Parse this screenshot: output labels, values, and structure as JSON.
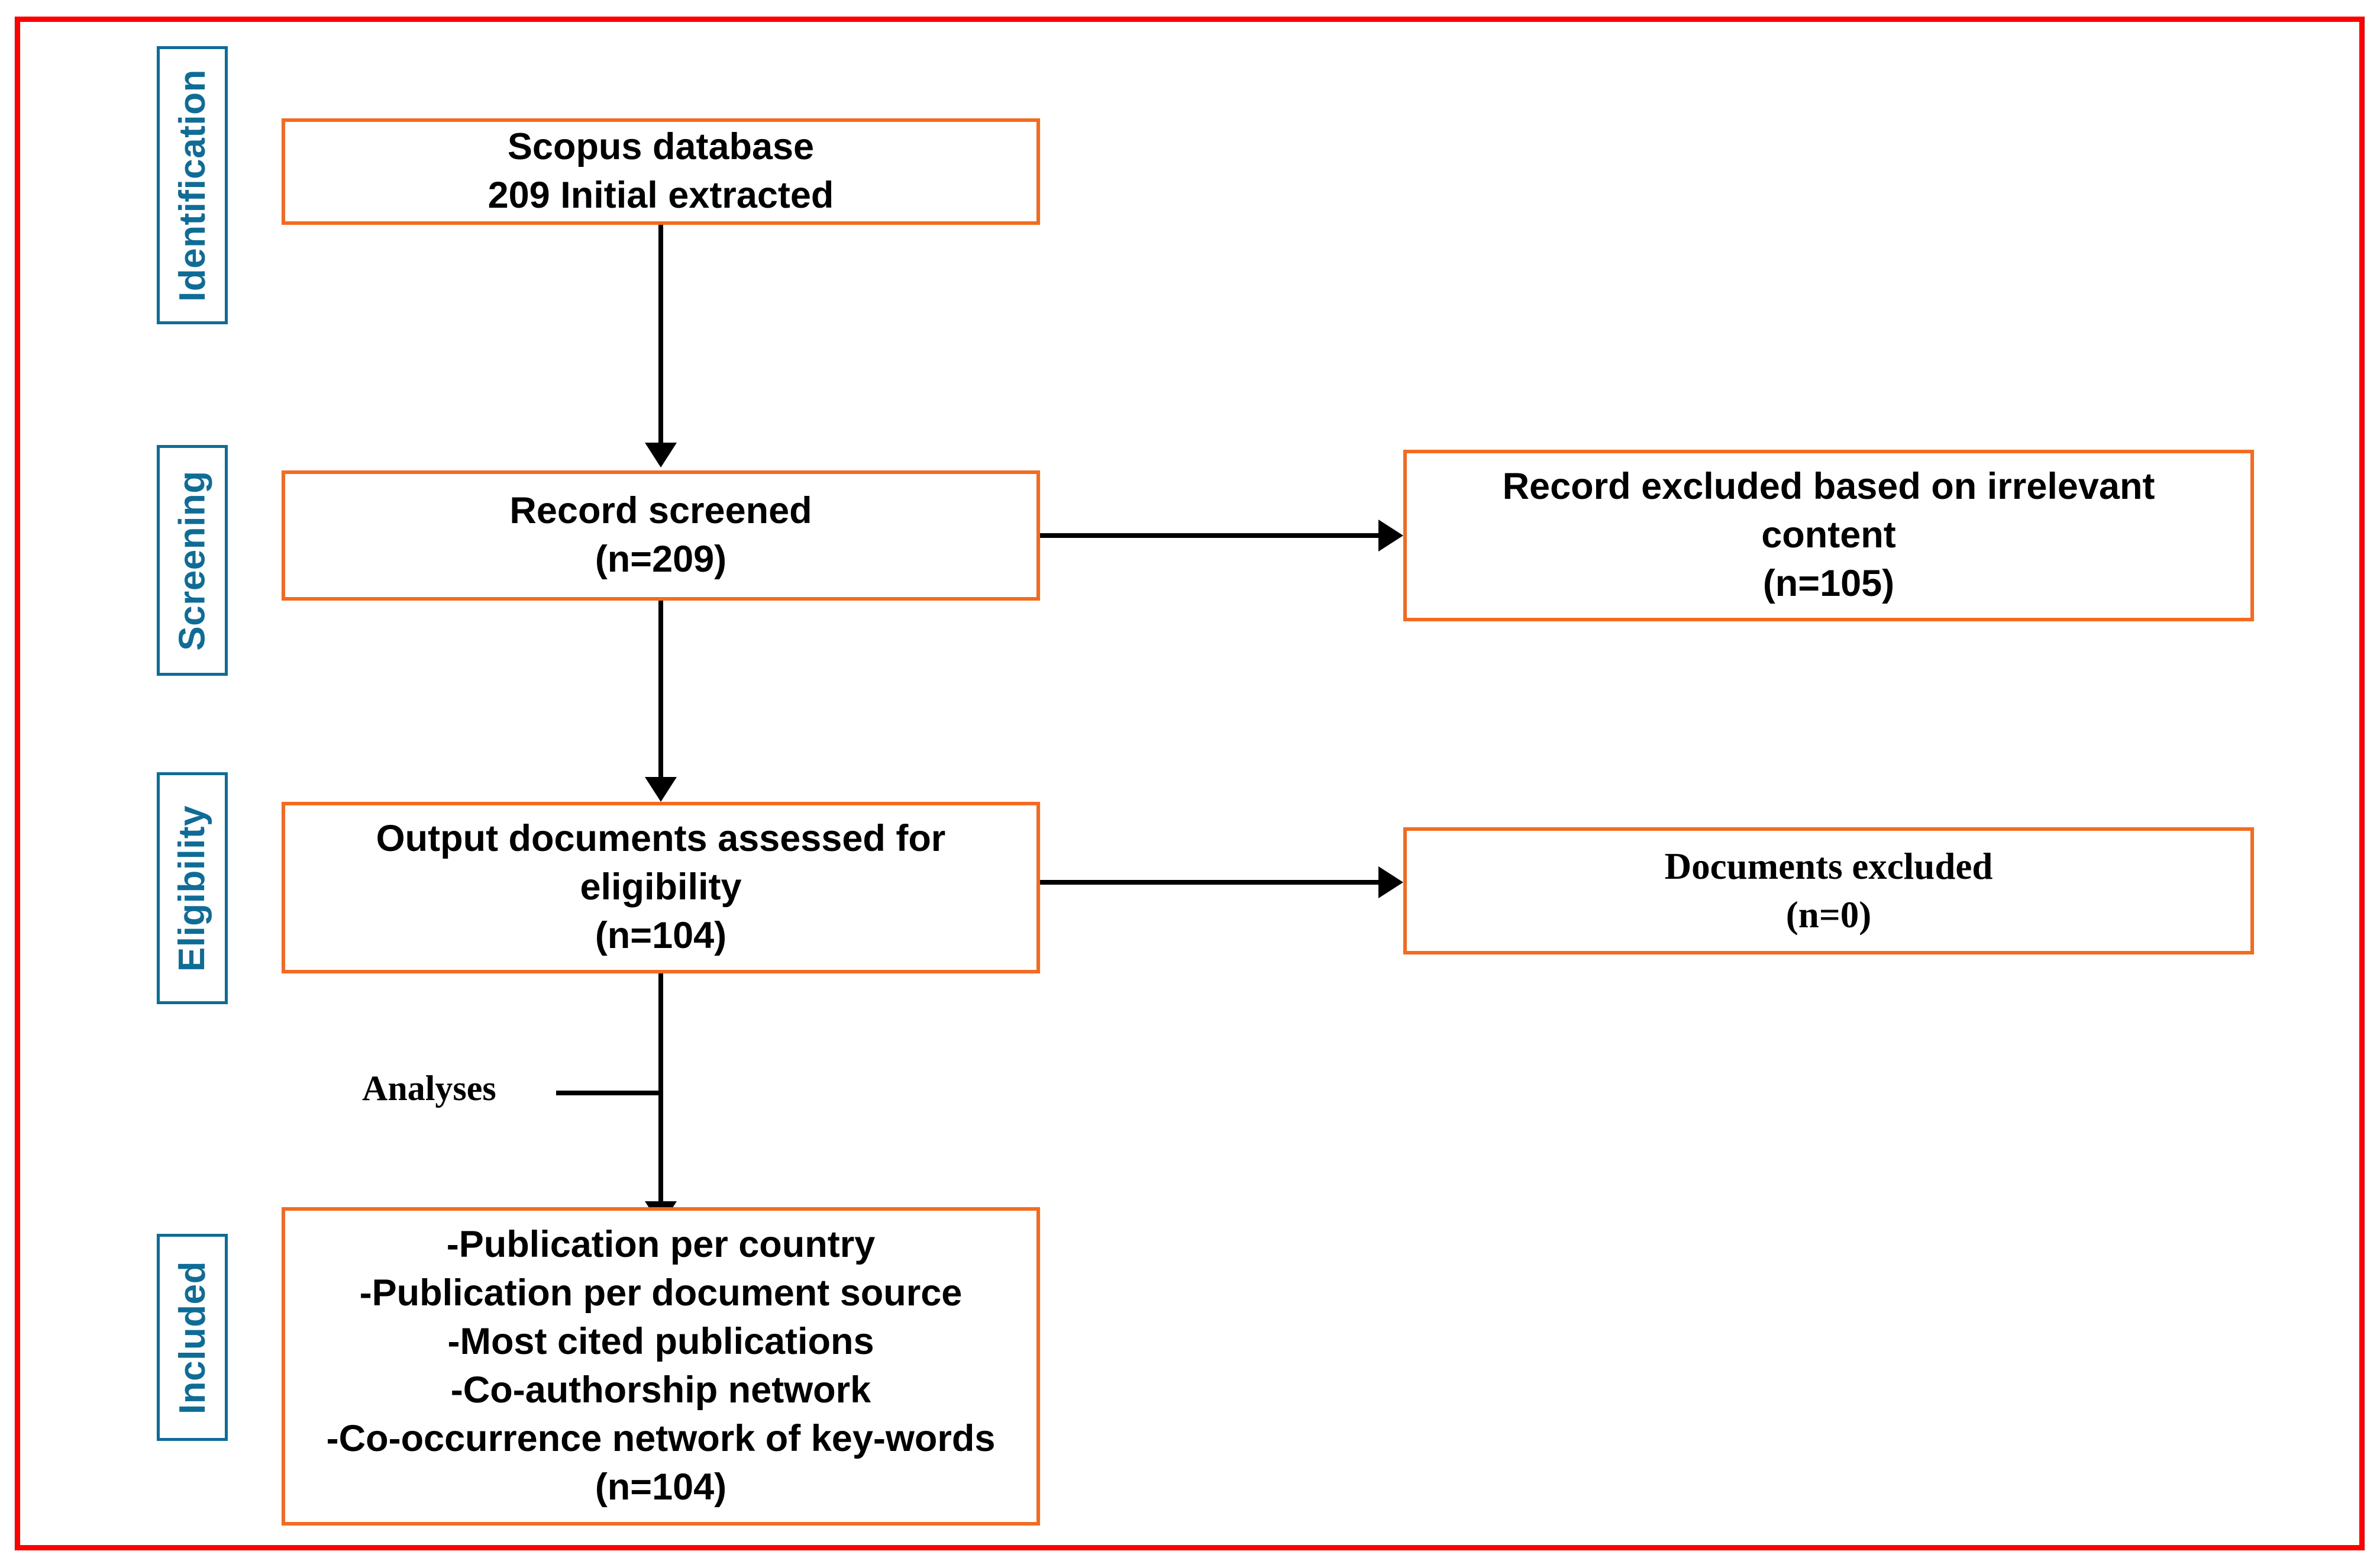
{
  "diagram": {
    "title": "PRISMA literature selection flow diagram",
    "frame_color": "#FF0000",
    "box_border_color": "#F26B21",
    "stage_label_color": "#0E6C96",
    "connector_color": "#000000"
  },
  "stages": [
    {
      "id": "identification",
      "label": "Identification"
    },
    {
      "id": "screening",
      "label": "Screening"
    },
    {
      "id": "eligibility",
      "label": "Eligibility"
    },
    {
      "id": "included",
      "label": "Included"
    }
  ],
  "boxes": {
    "identification": {
      "lines": [
        "Scopus database",
        "209 Initial extracted"
      ]
    },
    "screening": {
      "lines": [
        "Record screened",
        "(n=209)"
      ]
    },
    "screening_excluded": {
      "lines": [
        "Record excluded based on irrelevant",
        "content",
        "(n=105)"
      ]
    },
    "eligibility": {
      "lines": [
        "Output documents assessed for",
        "eligibility",
        "(n=104)"
      ]
    },
    "eligibility_excluded": {
      "lines": [
        "Documents excluded",
        "(n=0)"
      ]
    },
    "included": {
      "lines": [
        "-Publication per country",
        "-Publication per document source",
        "-Most cited publications",
        "-Co-authorship network",
        "-Co-occurrence network of key-words",
        "(n=104)"
      ]
    }
  },
  "annotations": {
    "analyses": "Analyses"
  },
  "counts": {
    "initial_extracted": 209,
    "records_screened": 209,
    "records_excluded_irrelevant": 105,
    "assessed_for_eligibility": 104,
    "documents_excluded": 0,
    "included": 104
  }
}
